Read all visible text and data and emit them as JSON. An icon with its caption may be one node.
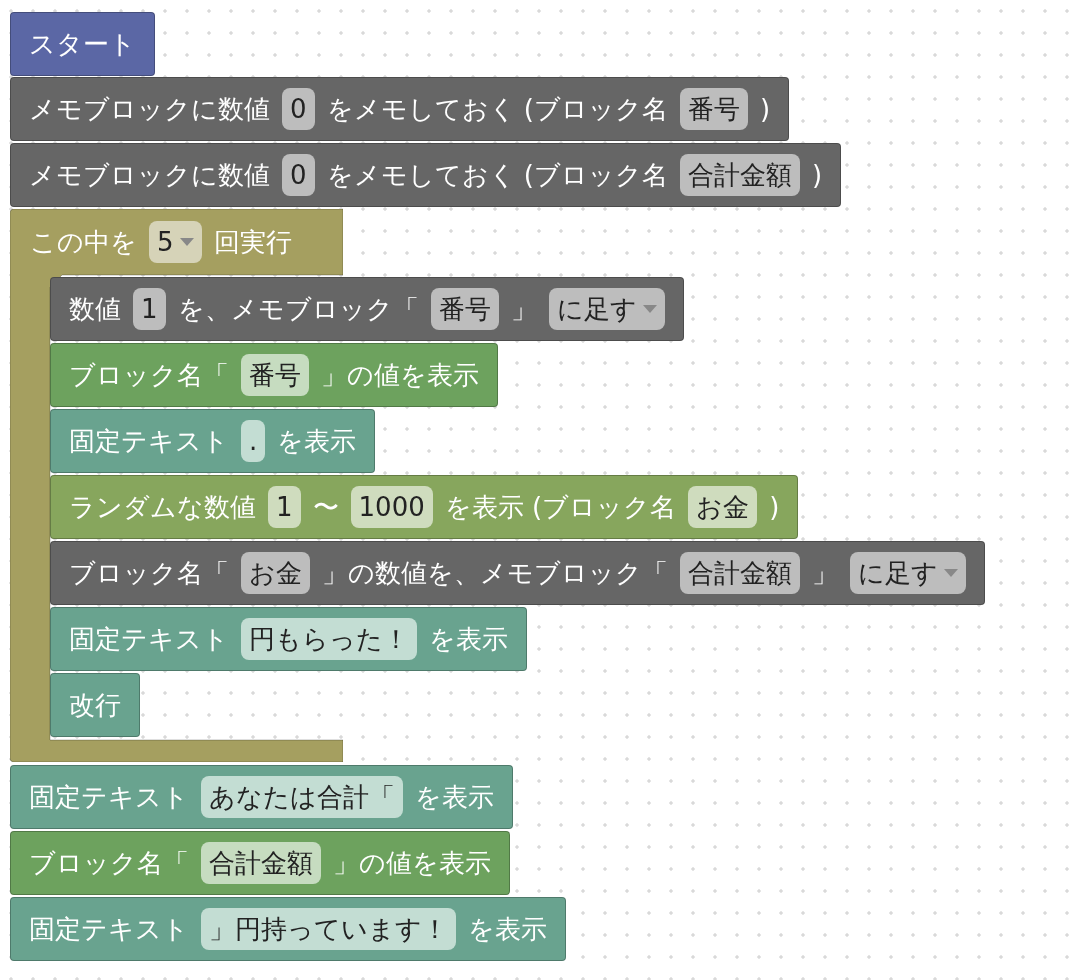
{
  "diagram": {
    "nodes": [
      {
        "text": [
          "スタート"
        ]
      },
      {
        "text": [
          "メモブロックに数値",
          "をメモしておく (ブロック名",
          ")"
        ]
      },
      {
        "text": [
          "0"
        ],
        "in": 1
      },
      {
        "text": [
          "番号"
        ],
        "in": 1
      },
      {
        "text": [
          "メモブロックに数値",
          "をメモしておく (ブロック名",
          ")"
        ]
      },
      {
        "text": [
          "0"
        ],
        "in": 4
      },
      {
        "text": [
          "合計金額"
        ],
        "in": 4
      },
      {
        "text": [
          "この中を",
          "回実行"
        ]
      },
      {
        "text": [
          "5"
        ],
        "in": 7
      },
      {
        "text": [
          "数値",
          "を、メモブロック「",
          "」"
        ]
      },
      {
        "text": [
          "1"
        ],
        "in": 9
      },
      {
        "text": [
          "番号"
        ],
        "in": 9
      },
      {
        "text": [
          "に足す"
        ],
        "in": 9
      },
      {
        "text": [
          "ブロック名「",
          "」の値を表示"
        ]
      },
      {
        "text": [
          "番号"
        ],
        "in": 13
      },
      {
        "text": [
          "固定テキスト",
          "を表示"
        ]
      },
      {
        "text": [
          "."
        ],
        "in": 15
      },
      {
        "text": [
          "ランダムな数値",
          "〜",
          "を表示 (ブロック名",
          ")"
        ]
      },
      {
        "text": [
          "1"
        ],
        "in": 17
      },
      {
        "text": [
          "1000"
        ],
        "in": 17
      },
      {
        "text": [
          "お金"
        ],
        "in": 17
      },
      {
        "text": [
          "ブロック名「",
          "」の数値を、メモブロック「",
          "」"
        ]
      },
      {
        "text": [
          "お金"
        ],
        "in": 21
      },
      {
        "text": [
          "合計金額"
        ],
        "in": 21
      },
      {
        "text": [
          "に足す"
        ],
        "in": 21
      },
      {
        "text": [
          "固定テキスト",
          "を表示"
        ]
      },
      {
        "text": [
          "円もらった！"
        ],
        "in": 25
      },
      {
        "text": [
          "改行"
        ]
      },
      {
        "text": [
          "固定テキスト",
          "を表示"
        ]
      },
      {
        "text": [
          "あなたは合計「"
        ],
        "in": 28
      },
      {
        "text": [
          "ブロック名「",
          "」の値を表示"
        ]
      },
      {
        "text": [
          "合計金額"
        ],
        "in": 30
      },
      {
        "text": [
          "固定テキスト",
          "を表示"
        ]
      },
      {
        "text": [
          "」円持っています！"
        ],
        "in": 32
      }
    ]
  }
}
